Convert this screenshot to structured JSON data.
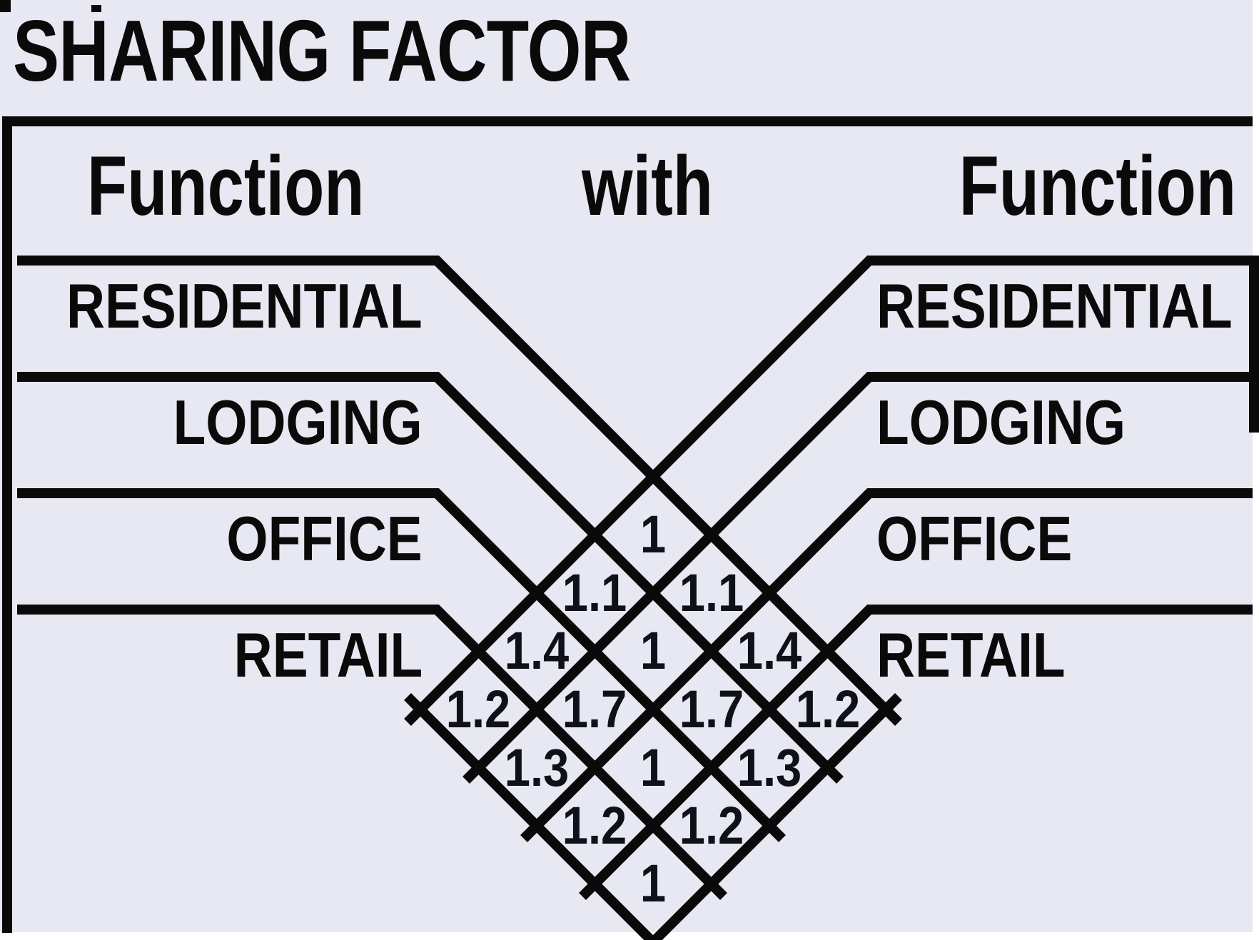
{
  "title": "SHARING FACTOR",
  "headers": {
    "function_left": "Function",
    "with": "with",
    "function_right": "Function"
  },
  "functions_left": [
    "RESIDENTIAL",
    "LODGING",
    "OFFICE",
    "RETAIL"
  ],
  "functions_right": [
    "RESIDENTIAL",
    "LODGING",
    "OFFICE",
    "RETAIL"
  ],
  "matrix": {
    "cells": [
      {
        "left": "RESIDENTIAL",
        "right": "RESIDENTIAL",
        "value": "1"
      },
      {
        "left": "LODGING",
        "right": "RESIDENTIAL",
        "value": "1.1"
      },
      {
        "left": "RESIDENTIAL",
        "right": "LODGING",
        "value": "1.1"
      },
      {
        "left": "OFFICE",
        "right": "RESIDENTIAL",
        "value": "1.4"
      },
      {
        "left": "LODGING",
        "right": "LODGING",
        "value": "1"
      },
      {
        "left": "RESIDENTIAL",
        "right": "OFFICE",
        "value": "1.4"
      },
      {
        "left": "RETAIL",
        "right": "RESIDENTIAL",
        "value": "1.2"
      },
      {
        "left": "OFFICE",
        "right": "LODGING",
        "value": "1.7"
      },
      {
        "left": "LODGING",
        "right": "OFFICE",
        "value": "1.7"
      },
      {
        "left": "RESIDENTIAL",
        "right": "RETAIL",
        "value": "1.2"
      },
      {
        "left": "RETAIL",
        "right": "LODGING",
        "value": "1.3"
      },
      {
        "left": "OFFICE",
        "right": "OFFICE",
        "value": "1"
      },
      {
        "left": "LODGING",
        "right": "RETAIL",
        "value": "1.3"
      },
      {
        "left": "RETAIL",
        "right": "OFFICE",
        "value": "1.2"
      },
      {
        "left": "OFFICE",
        "right": "RETAIL",
        "value": "1.2"
      },
      {
        "left": "RETAIL",
        "right": "RETAIL",
        "value": "1"
      }
    ]
  },
  "colors": {
    "background": "#e7e8f2",
    "ink": "#0a0a0a",
    "outside": "#ffffff"
  }
}
